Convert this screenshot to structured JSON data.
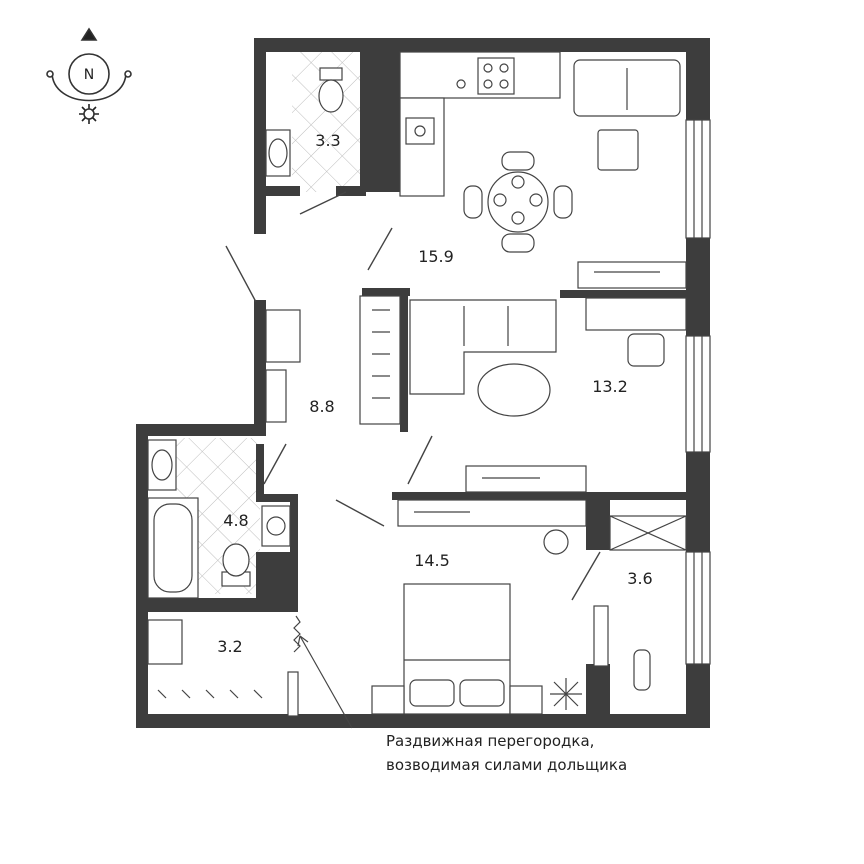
{
  "compass": {
    "label": "N",
    "icon": "compass-icon"
  },
  "rooms": [
    {
      "id": "bathroom-small",
      "area": "3.3"
    },
    {
      "id": "kitchen-living",
      "area": "15.9"
    },
    {
      "id": "hallway",
      "area": "8.8"
    },
    {
      "id": "living-room",
      "area": "13.2"
    },
    {
      "id": "bathroom-large",
      "area": "4.8"
    },
    {
      "id": "bedroom",
      "area": "14.5"
    },
    {
      "id": "balcony",
      "area": "3.6"
    },
    {
      "id": "wardrobe",
      "area": "3.2"
    }
  ],
  "note": {
    "line1": "Раздвижная перегородка,",
    "line2": "возводимая силами дольщика"
  },
  "colors": {
    "wall": "#3d3d3d",
    "line": "#444444",
    "tile": "#c8c8c8"
  }
}
